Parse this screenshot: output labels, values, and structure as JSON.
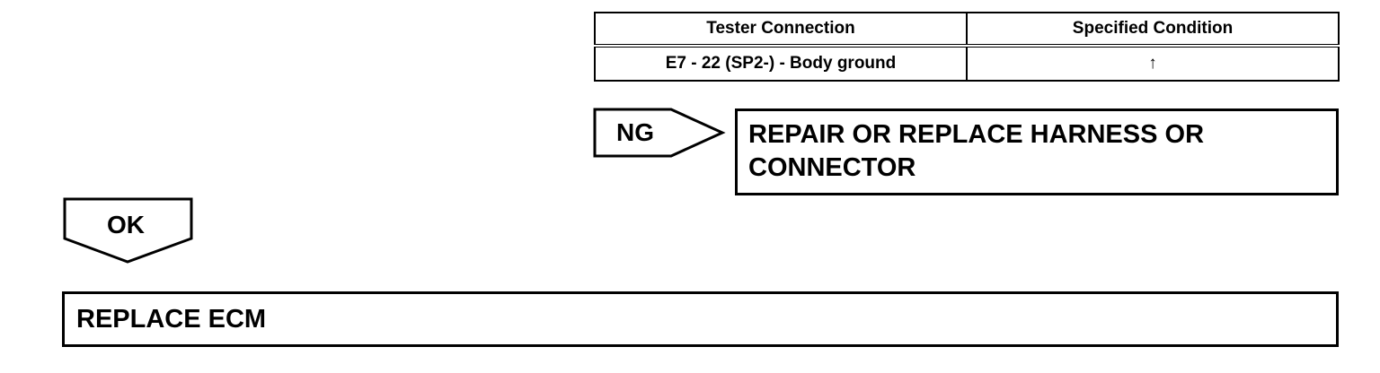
{
  "table": {
    "headers": [
      "Tester Connection",
      "Specified Condition"
    ],
    "rows": [
      [
        "E7 - 22 (SP2-) - Body ground",
        "↑"
      ]
    ]
  },
  "ng_flag": {
    "label": "NG"
  },
  "ng_action": {
    "text": "REPAIR OR REPLACE HARNESS OR CONNECTOR"
  },
  "ok_flag": {
    "label": "OK"
  },
  "ok_action": {
    "text": "REPLACE ECM"
  }
}
